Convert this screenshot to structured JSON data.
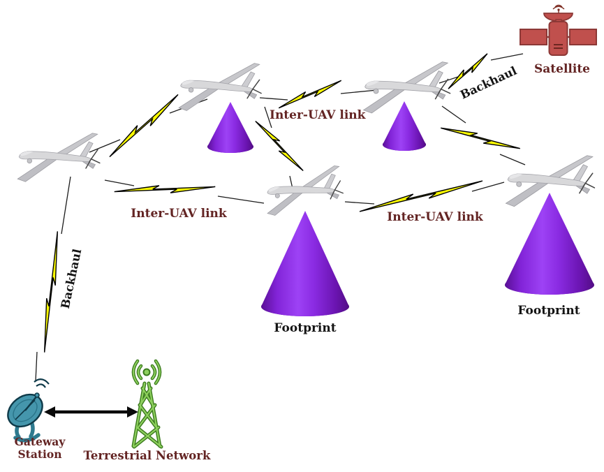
{
  "figure": {
    "kind": "uav-network-architecture-diagram",
    "background": "#ffffff"
  },
  "labels": {
    "satellite": "Satellite",
    "backhaul": "Backhaul",
    "inter_uav_link": "Inter-UAV link",
    "footprint": "Footprint",
    "gateway_station": "Gateway Station",
    "terrestrial_network": "Terrestrial Network"
  },
  "label_instances": [
    {
      "name": "satellite-label",
      "text": "Satellite"
    },
    {
      "name": "backhaul-uav-satellite-label",
      "text": "Backhaul"
    },
    {
      "name": "backhaul-uav-gateway-label",
      "text": "Backhaul"
    },
    {
      "name": "inter-uav-link-label-top",
      "text": "Inter-UAV link"
    },
    {
      "name": "inter-uav-link-label-left",
      "text": "Inter-UAV link"
    },
    {
      "name": "inter-uav-link-label-right",
      "text": "Inter-UAV link"
    },
    {
      "name": "footprint-label-middle",
      "text": "Footprint"
    },
    {
      "name": "footprint-label-right",
      "text": "Footprint"
    },
    {
      "name": "gateway-station-label",
      "text": "Gateway Station"
    },
    {
      "name": "terrestrial-network-label",
      "text": "Terrestrial Network"
    }
  ],
  "icons": [
    "uav-drone-icon",
    "satellite-icon",
    "footprint-cone-icon",
    "lightning-link-icon",
    "gateway-dish-icon",
    "terrestrial-tower-icon",
    "double-arrow-icon",
    "wifi-waves-icon"
  ],
  "counts": {
    "uavs": 5,
    "footprint_cones": 4,
    "lightning_links": 8,
    "inter_uav_labels": 3,
    "backhaul_labels": 2
  },
  "colors": {
    "label_maroon": "#632423",
    "label_black": "#141414",
    "lightning_yellow": "#ffff00",
    "lightning_outline": "#000000",
    "cone_purple_main": "#8a2be2",
    "cone_purple_dark": "#530d85",
    "uav_gray": "#d8d8da",
    "satellite_red": "#c0504d",
    "satellite_red_dark": "#8c3836",
    "tower_green_light": "#8ed05e",
    "tower_green_dark": "#3a7a1d",
    "gateway_teal": "#4596ac",
    "gateway_teal_dark": "#0f3a49",
    "link_line": "#1c1c1c",
    "arrow_black": "#0a0a0a"
  }
}
